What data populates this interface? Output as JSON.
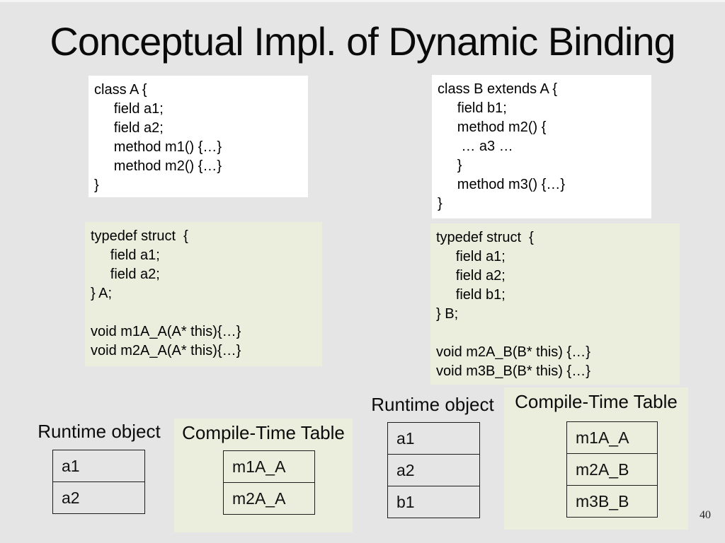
{
  "slide": {
    "title": "Conceptual Impl. of Dynamic Binding",
    "page_number": "40"
  },
  "colors": {
    "background": "#e5e5e5",
    "source_box": "#ffffff",
    "impl_box": "#ebeedd",
    "table_border": "#1c1c1c",
    "text": "#000000"
  },
  "code_boxes": {
    "class_a": {
      "lines": [
        "class A {",
        "     field a1;",
        "     field a2;",
        "     method m1() {…}",
        "     method m2() {…}",
        "}"
      ]
    },
    "class_b": {
      "lines": [
        "class B extends A {",
        "     field b1;",
        "     method m2() {",
        "      … a3 …",
        "     }",
        "     method m3() {…}",
        "}"
      ]
    },
    "struct_a": {
      "lines": [
        "typedef struct  {",
        "     field a1;",
        "     field a2;",
        "} A;",
        "",
        "void m1A_A(A* this){…}",
        "void m2A_A(A* this){…}"
      ]
    },
    "struct_b": {
      "lines": [
        "typedef struct  {",
        "     field a1;",
        "     field a2;",
        "     field b1;",
        "} B;",
        "",
        "void m2A_B(B* this) {…}",
        "void m3B_B(B* this) {…}"
      ]
    }
  },
  "object_a": {
    "runtime_label": "Runtime object",
    "runtime_slots": [
      "a1",
      "a2"
    ],
    "compile_label": "Compile-Time Table",
    "compile_slots": [
      "m1A_A",
      "m2A_A"
    ]
  },
  "object_b": {
    "runtime_label": "Runtime object",
    "runtime_slots": [
      "a1",
      "a2",
      "b1"
    ],
    "compile_label": "Compile-Time Table",
    "compile_slots": [
      "m1A_A",
      "m2A_B",
      "m3B_B"
    ]
  }
}
